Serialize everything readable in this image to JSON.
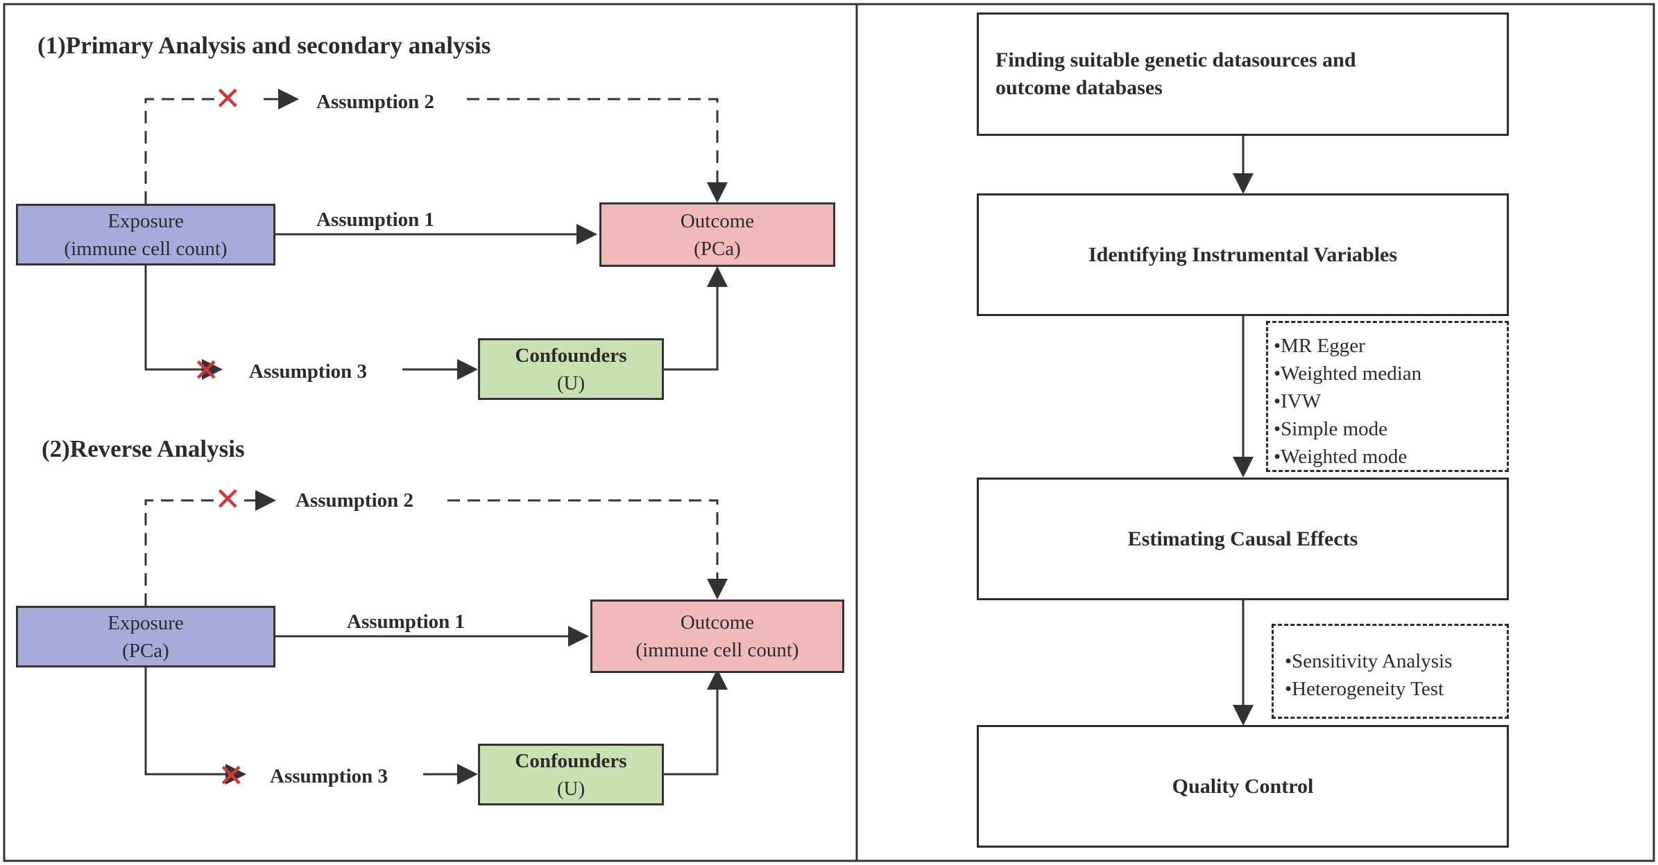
{
  "primary": {
    "heading": "(1)Primary Analysis and secondary analysis",
    "exposure": {
      "line1": "Exposure",
      "line2": "(immune cell count)"
    },
    "outcome": {
      "line1": "Outcome",
      "line2": "(PCa)"
    },
    "confounders": {
      "line1": "Confounders",
      "line2": "(U)"
    },
    "assumption1": "Assumption 1",
    "assumption2": "Assumption 2",
    "assumption3": "Assumption 3"
  },
  "reverse": {
    "heading": "(2)Reverse Analysis",
    "exposure": {
      "line1": "Exposure",
      "line2": "(PCa)"
    },
    "outcome": {
      "line1": "Outcome",
      "line2": "(immune cell count)"
    },
    "confounders": {
      "line1": "Confounders",
      "line2": "(U)"
    },
    "assumption1": "Assumption 1",
    "assumption2": "Assumption 2",
    "assumption3": "Assumption 3"
  },
  "flow": {
    "step1": "Finding suitable genetic datasources and outcome databases",
    "step2": "Identifying Instrumental Variables",
    "step3": "Estimating Causal Effects",
    "step4": "Quality Control",
    "methods": [
      "•MR Egger",
      "•Weighted median",
      "•IVW",
      "•Simple mode",
      "•Weighted mode"
    ],
    "checks": [
      "•Sensitivity Analysis",
      "•Heterogeneity Test"
    ]
  },
  "colors": {
    "exposure": "#a7abd9",
    "outcome": "#f1b9b9",
    "confounders": "#c7e2b0",
    "cross": "#d0373b"
  }
}
